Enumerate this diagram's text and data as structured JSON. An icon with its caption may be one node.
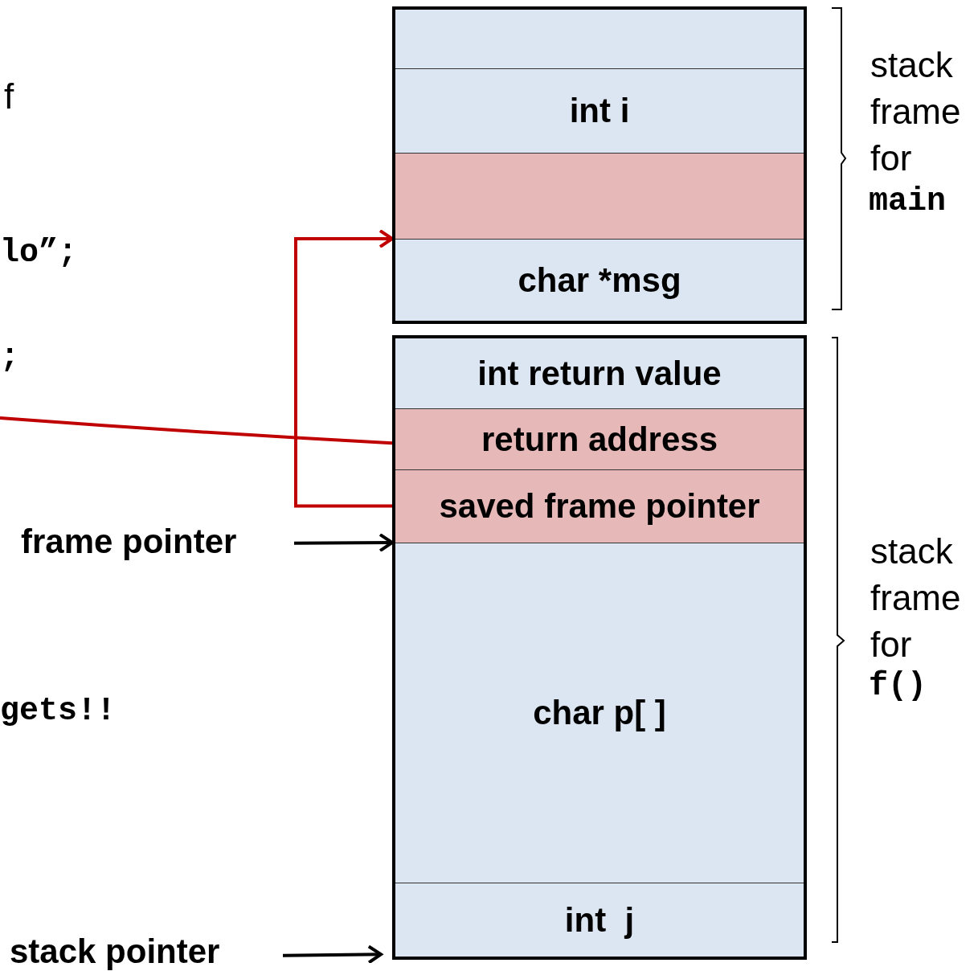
{
  "diagram": {
    "nodes": [
      {
        "text": [],
        "shape": "box"
      },
      {
        "text": [],
        "shape": "box",
        "in": 0
      },
      {
        "text": [
          "int i"
        ],
        "in": 0
      },
      {
        "text": [],
        "shape": "box",
        "in": 0
      },
      {
        "text": [
          "char *msg"
        ],
        "in": 0
      },
      {
        "text": [],
        "shape": "box"
      },
      {
        "text": [
          "int return value"
        ],
        "in": 5
      },
      {
        "text": [
          "return address"
        ],
        "in": 5
      },
      {
        "text": [
          "saved frame pointer"
        ],
        "in": 5
      },
      {
        "text": [
          "char p[ ]"
        ],
        "in": 5
      },
      {
        "text": [
          "int  j"
        ],
        "in": 5
      },
      {
        "text": [
          "frame pointer"
        ]
      },
      {
        "text": [
          "stack pointer"
        ]
      }
    ],
    "edges": [
      {
        "from": 8,
        "to": 3,
        "arrow": "to",
        "color": "#c00000"
      },
      {
        "from": null,
        "to": 7,
        "arrow": "none",
        "color": "#c00000"
      },
      {
        "from": 11,
        "to": 9,
        "arrow": "to",
        "color": "#000000"
      },
      {
        "from": 12,
        "to": 10,
        "arrow": "to",
        "color": "#000000"
      }
    ],
    "labels": [
      "f",
      "lo”;",
      ";",
      "gets!!",
      "stack frame for",
      "main",
      "stack frame for",
      "f()"
    ]
  }
}
